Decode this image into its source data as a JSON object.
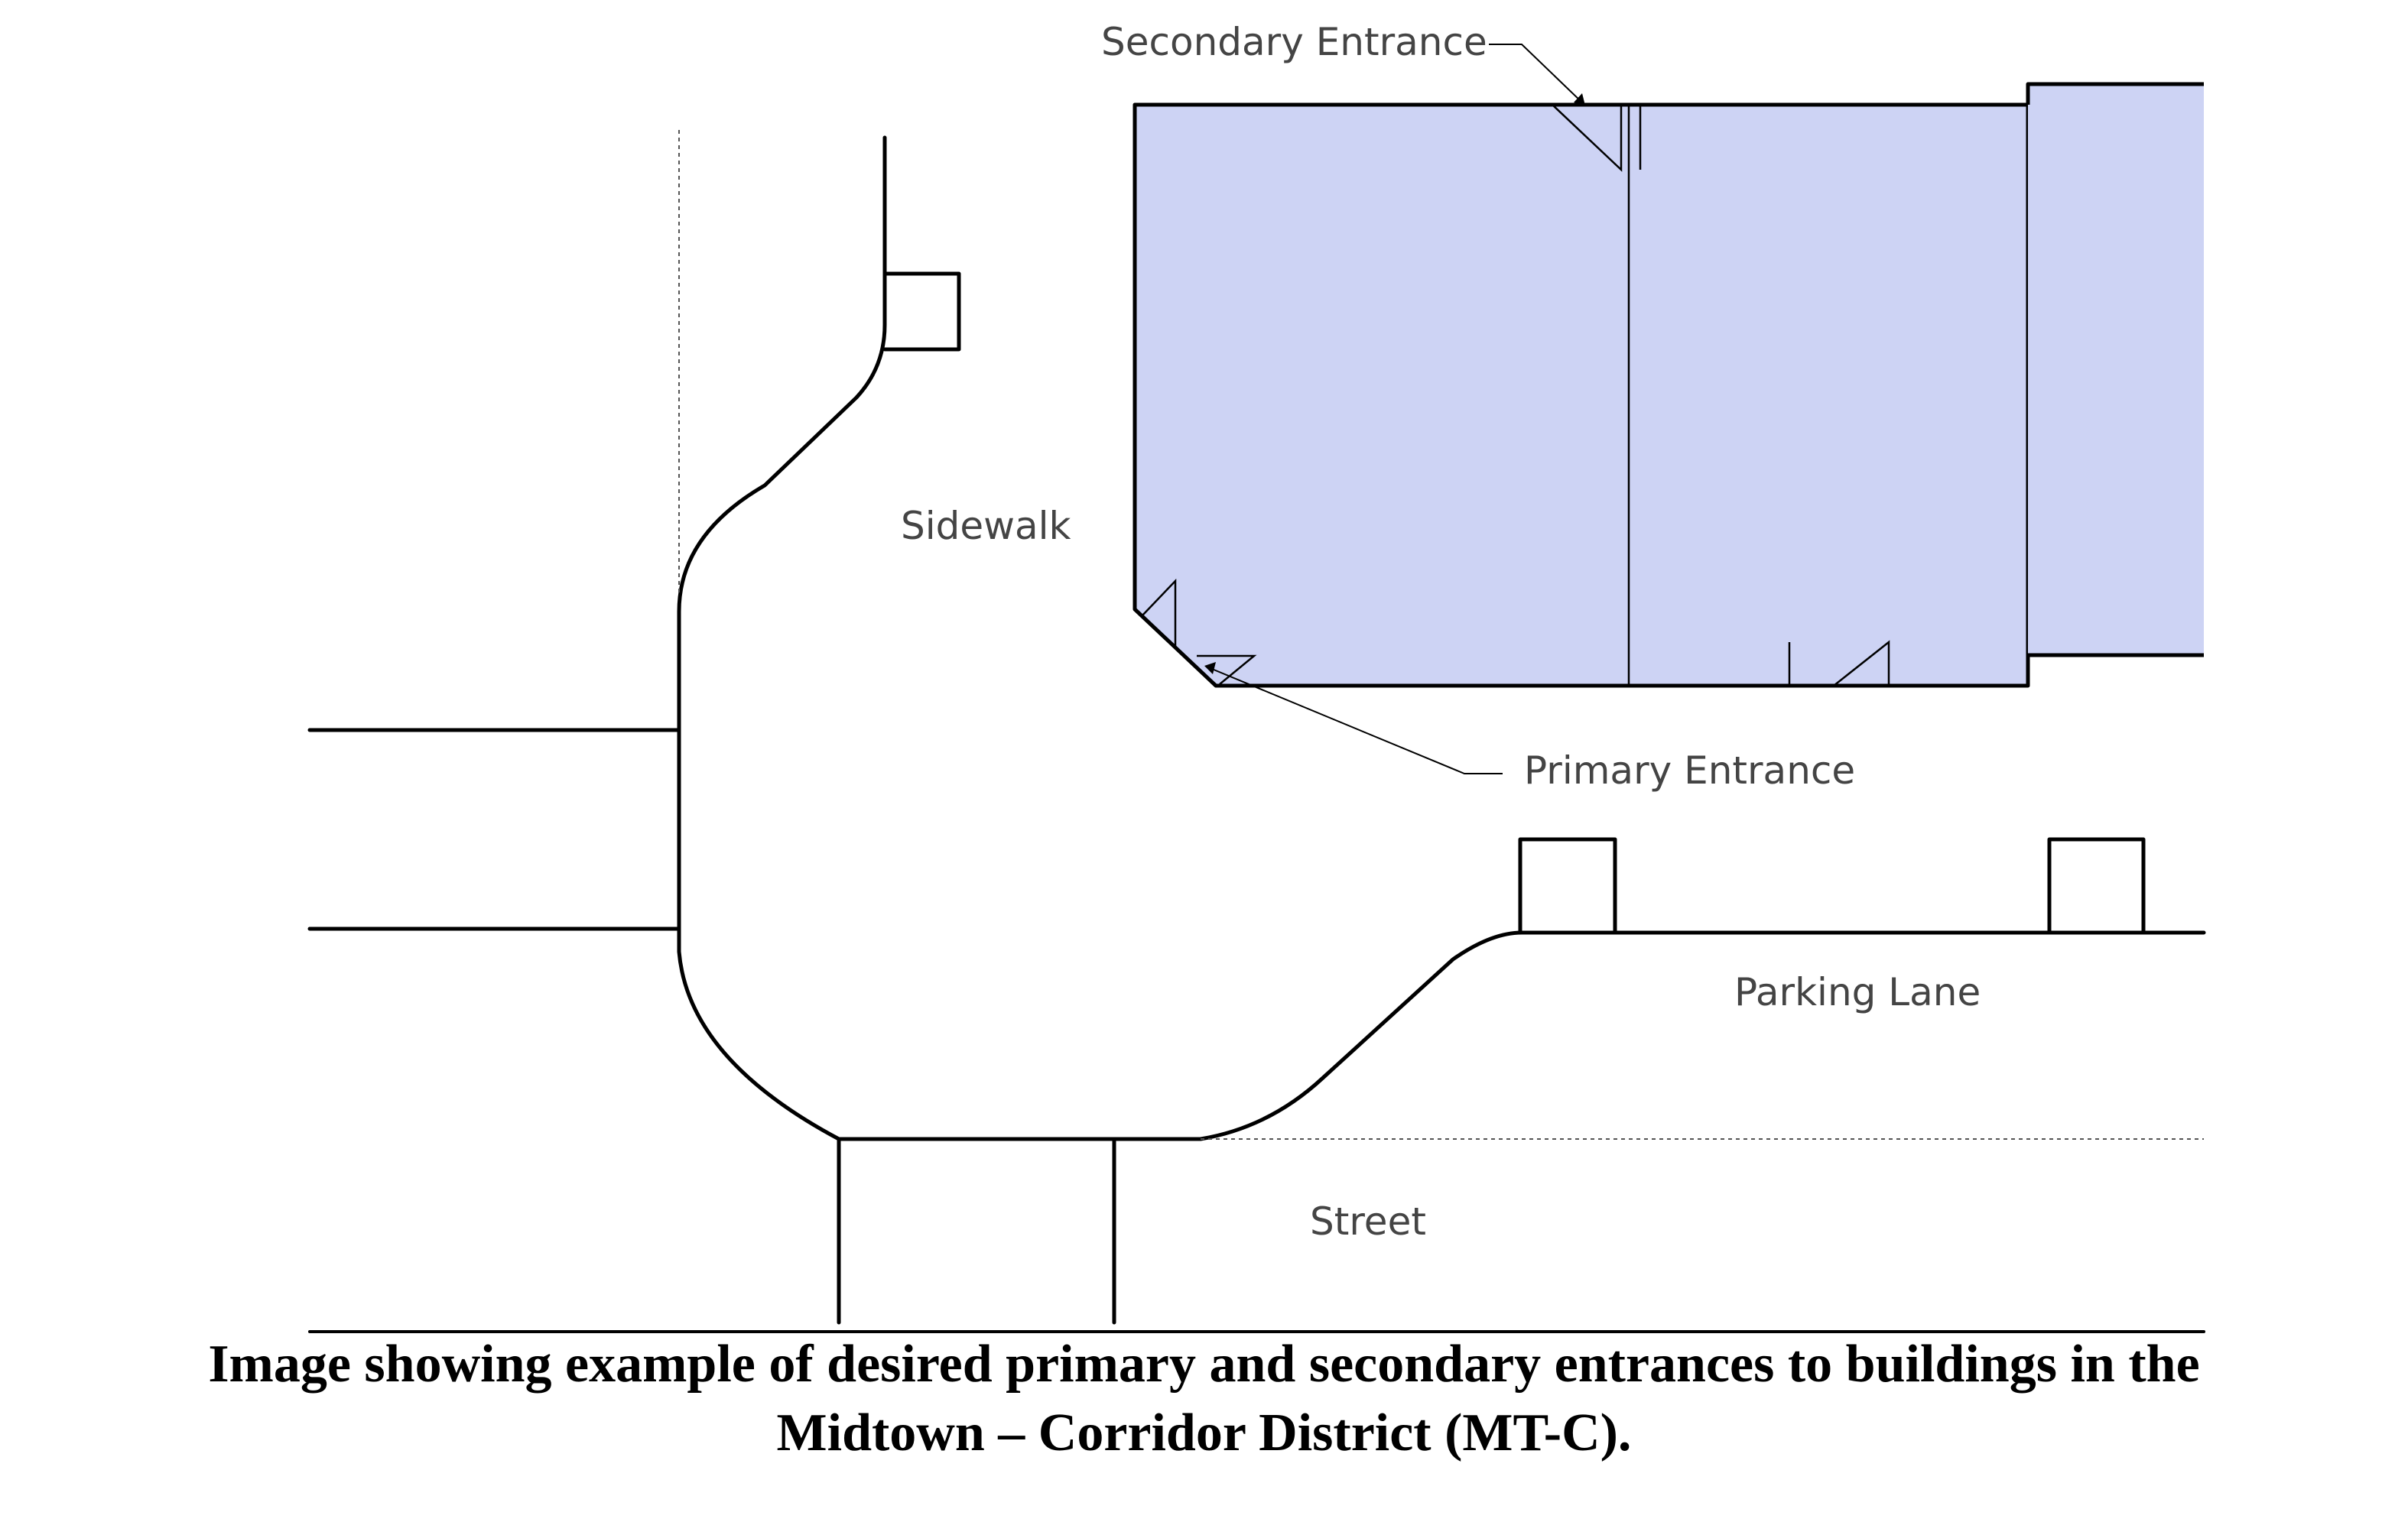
{
  "labels": {
    "secondary_entrance": "Secondary Entrance",
    "primary_entrance": "Primary Entrance",
    "sidewalk": "Sidewalk",
    "parking_lane": "Parking Lane",
    "street": "Street"
  },
  "caption": {
    "line1": "Image showing example of desired primary and secondary entrances to buildings in the",
    "line2": "Midtown – Corridor District (MT-C)."
  },
  "colors": {
    "building_fill": "#CDD3F4",
    "line": "#000000",
    "label_text": "#444444",
    "caption_text": "#000000"
  }
}
